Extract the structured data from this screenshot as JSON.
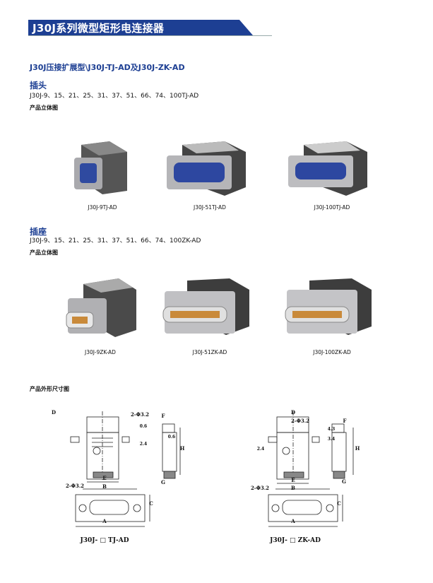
{
  "header": {
    "title": "J30J系列微型矩形电连接器"
  },
  "subtitle": "J30J压接扩展型\\J30J-TJ-AD及J30J-ZK-AD",
  "plug": {
    "heading": "插头",
    "models": "J30J-9、15、21、25、31、37、51、66、74、100TJ-AD",
    "figure_caption": "产品立体图",
    "products": [
      {
        "label": "J30J-9TJ-AD"
      },
      {
        "label": "J30J-51TJ-AD"
      },
      {
        "label": "J30J-100TJ-AD"
      }
    ]
  },
  "socket": {
    "heading": "插座",
    "models": "J30J-9、15、21、25、31、37、51、66、74、100ZK-AD",
    "figure_caption": "产品立体图",
    "products": [
      {
        "label": "J30J-9ZK-AD"
      },
      {
        "label": "J30J-51ZK-AD"
      },
      {
        "label": "J30J-100ZK-AD"
      }
    ]
  },
  "drawings": {
    "caption": "产品外形尺寸图",
    "tj": {
      "title": "J30J- □ TJ-AD",
      "dims": {
        "D": "D",
        "E": "E",
        "F": "F",
        "G": "G",
        "H": "H",
        "A": "A",
        "B": "B",
        "C": "C",
        "hole": "2-Φ3.2",
        "d1": "2.4",
        "d2": "0.6",
        "d3": "0.6"
      }
    },
    "zk": {
      "title": "J30J- □ ZK-AD",
      "dims": {
        "D": "D",
        "E": "E",
        "F": "F",
        "G": "G",
        "H": "H",
        "A": "A",
        "B": "B",
        "C": "C",
        "hole": "2-Φ3.2",
        "d1": "2.4",
        "d2": "3.4",
        "d3": "4.3"
      }
    }
  }
}
